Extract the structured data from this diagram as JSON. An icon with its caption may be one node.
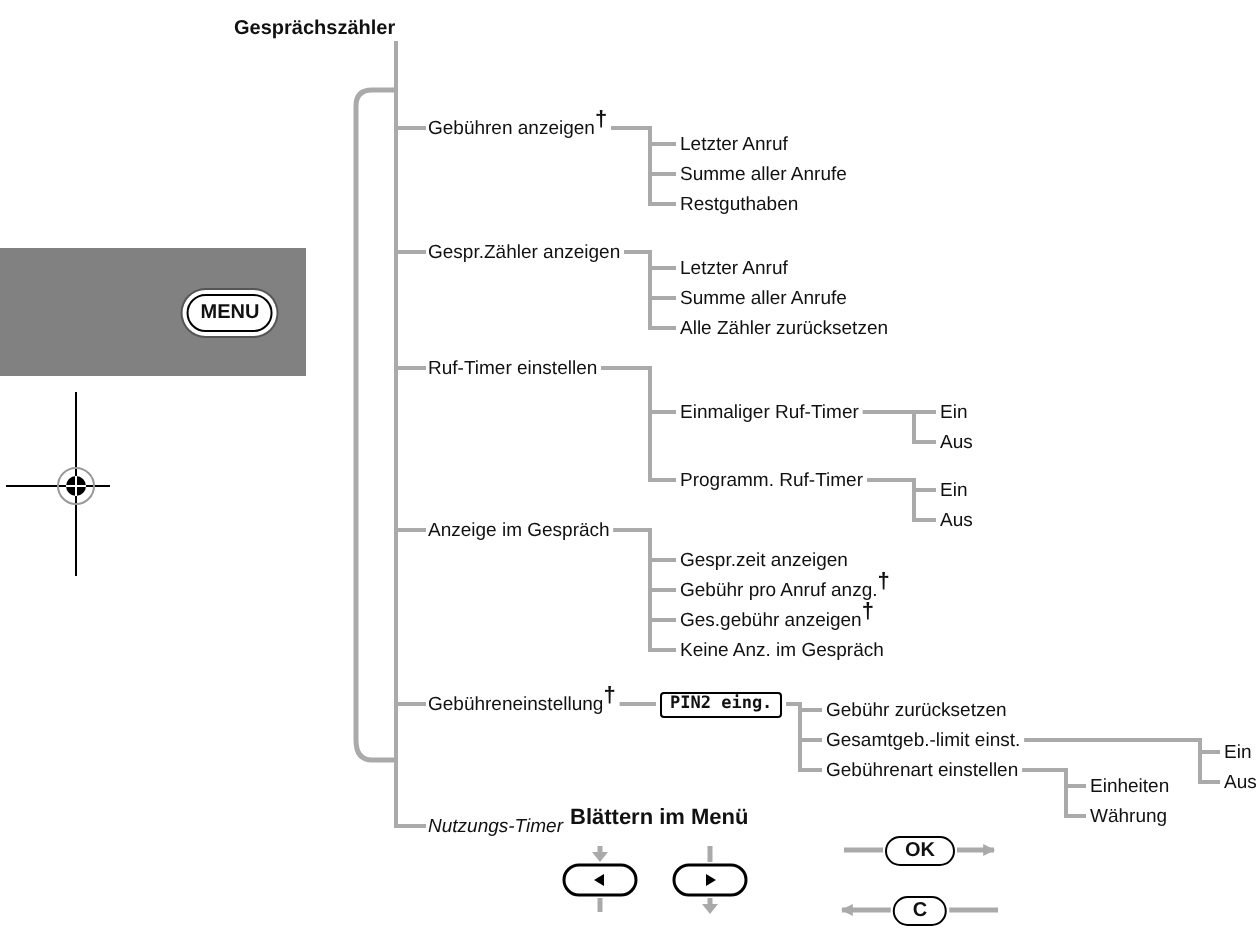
{
  "diagram": {
    "nodes": [
      {
        "text": [
          "Gesprächszähler"
        ]
      },
      {
        "text": [
          "Gebühren anzeigen$^{†}$"
        ]
      },
      {
        "text": [
          "Letzter Anruf"
        ]
      },
      {
        "text": [
          "Summe aller Anrufe"
        ]
      },
      {
        "text": [
          "Restguthaben"
        ]
      },
      {
        "text": [
          "Gespr.Zähler anzeigen"
        ]
      },
      {
        "text": [
          "Letzter Anruf"
        ]
      },
      {
        "text": [
          "Summe aller Anrufe"
        ]
      },
      {
        "text": [
          "Alle Zähler zurücksetzen"
        ]
      },
      {
        "text": [
          "Ruf-Timer einstellen"
        ]
      },
      {
        "text": [
          "Einmaliger Ruf-Timer"
        ]
      },
      {
        "text": [
          "Ein"
        ]
      },
      {
        "text": [
          "Aus"
        ]
      },
      {
        "text": [
          "Programm. Ruf-Timer"
        ]
      },
      {
        "text": [
          "Ein"
        ]
      },
      {
        "text": [
          "Aus"
        ]
      },
      {
        "text": [
          "Anzeige im Gespräch"
        ]
      },
      {
        "text": [
          "Gespr.zeit anzeigen"
        ]
      },
      {
        "text": [
          "Gebühr pro Anruf anzg.$^{†}$"
        ]
      },
      {
        "text": [
          "Ges.gebühr anzeigen$^{†}$"
        ]
      },
      {
        "text": [
          "Keine Anz. im Gespräch"
        ]
      },
      {
        "text": [
          "Gebühreneinstellung$^{†}$"
        ]
      },
      {
        "text": [
          "PIN2 eing."
        ]
      },
      {
        "text": [
          "Gebühr zurücksetzen"
        ]
      },
      {
        "text": [
          "Gesamtgeb.-limit einst."
        ]
      },
      {
        "text": [
          "Gebührenart einstellen"
        ]
      },
      {
        "text": [
          "Einheiten"
        ]
      },
      {
        "text": [
          "Währung"
        ]
      },
      {
        "text": [
          "Ein"
        ]
      },
      {
        "text": [
          "Aus"
        ]
      },
      {
        "text": [
          "Nutzungs-Timer"
        ]
      },
      {
        "text": [
          "MENU"
        ]
      },
      {
        "text": [
          "OK"
        ]
      },
      {
        "text": [
          "C"
        ]
      }
    ],
    "edges": [
      {
        "from": 0,
        "to": 1,
        "arrow": "none"
      },
      {
        "from": 0,
        "to": 5,
        "arrow": "none"
      },
      {
        "from": 0,
        "to": 9,
        "arrow": "none"
      },
      {
        "from": 0,
        "to": 16,
        "arrow": "none"
      },
      {
        "from": 0,
        "to": 21,
        "arrow": "none"
      },
      {
        "from": 0,
        "to": 30,
        "arrow": "none"
      },
      {
        "from": 1,
        "to": 2,
        "arrow": "none"
      },
      {
        "from": 1,
        "to": 3,
        "arrow": "none"
      },
      {
        "from": 1,
        "to": 4,
        "arrow": "none"
      },
      {
        "from": 5,
        "to": 6,
        "arrow": "none"
      },
      {
        "from": 5,
        "to": 7,
        "arrow": "none"
      },
      {
        "from": 5,
        "to": 8,
        "arrow": "none"
      },
      {
        "from": 9,
        "to": 10,
        "arrow": "none"
      },
      {
        "from": 9,
        "to": 13,
        "arrow": "none"
      },
      {
        "from": 10,
        "to": 11,
        "arrow": "none"
      },
      {
        "from": 10,
        "to": 12,
        "arrow": "none"
      },
      {
        "from": 13,
        "to": 14,
        "arrow": "none"
      },
      {
        "from": 13,
        "to": 15,
        "arrow": "none"
      },
      {
        "from": 16,
        "to": 17,
        "arrow": "none"
      },
      {
        "from": 16,
        "to": 18,
        "arrow": "none"
      },
      {
        "from": 16,
        "to": 19,
        "arrow": "none"
      },
      {
        "from": 16,
        "to": 20,
        "arrow": "none"
      },
      {
        "from": 21,
        "to": 22,
        "arrow": "none"
      },
      {
        "from": 22,
        "to": 23,
        "arrow": "none"
      },
      {
        "from": 22,
        "to": 24,
        "arrow": "none"
      },
      {
        "from": 22,
        "to": 25,
        "arrow": "none"
      },
      {
        "from": 24,
        "to": 28,
        "arrow": "none"
      },
      {
        "from": 24,
        "to": 29,
        "arrow": "none"
      },
      {
        "from": 25,
        "to": 26,
        "arrow": "none"
      },
      {
        "from": 25,
        "to": 27,
        "arrow": "none"
      },
      {
        "from": 32,
        "to": null,
        "arrow": "to"
      },
      {
        "from": null,
        "to": 32,
        "arrow": "none"
      },
      {
        "from": 33,
        "to": null,
        "arrow": "to"
      },
      {
        "from": null,
        "to": 33,
        "arrow": "none"
      }
    ],
    "labels": [
      "Blättern im Menü"
    ]
  }
}
